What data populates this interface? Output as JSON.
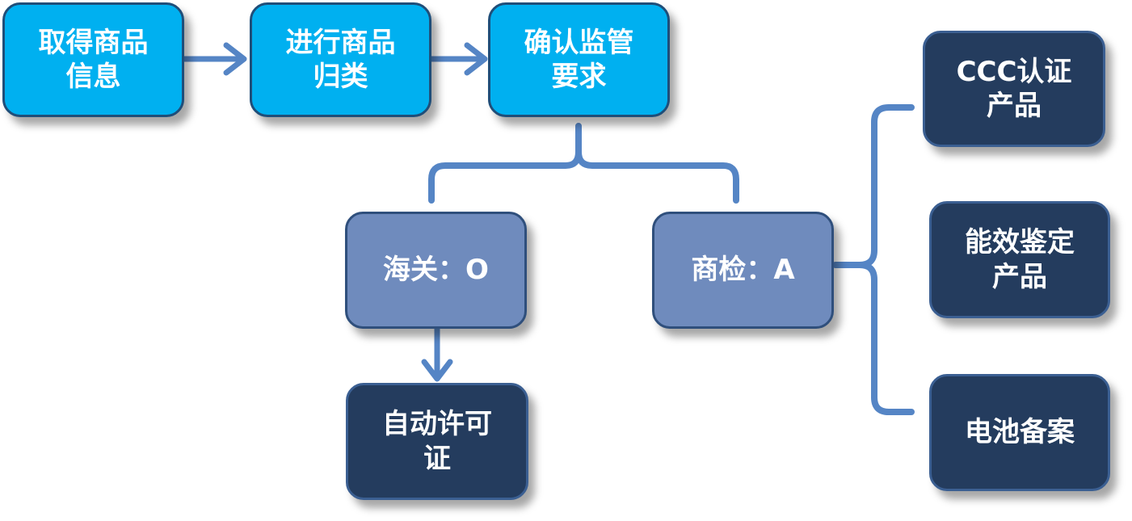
{
  "flow": {
    "step1": "取得商品\n信息",
    "step2": "进行商品\n归类",
    "step3": "确认监管\n要求"
  },
  "branches": {
    "customs": "海关：O",
    "inspection": "商检：A"
  },
  "outcomes": {
    "auto_license": "自动许可\n证",
    "ccc": "CCC认证\n产品",
    "energy": "能效鉴定\n产品",
    "battery": "电池备案"
  },
  "colors": {
    "step": "#00b0f0",
    "branch": "#6f8bbd",
    "outcome": "#243c5e",
    "connector": "#5585c5"
  }
}
